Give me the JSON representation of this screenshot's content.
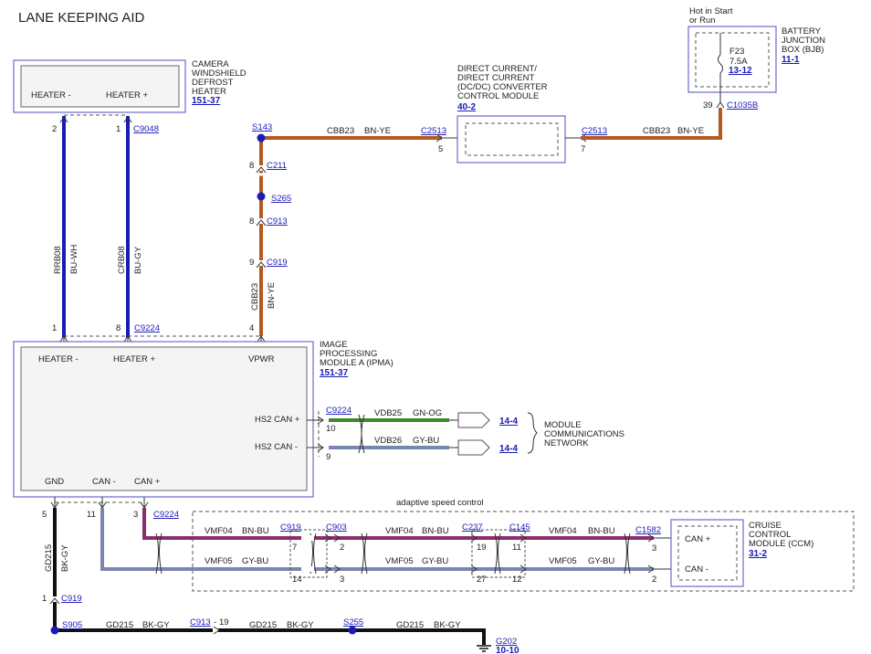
{
  "title": "LANE KEEPING AID",
  "camera": {
    "name_lines": [
      "CAMERA",
      "WINDSHIELD",
      "DEFROST",
      "HEATER"
    ],
    "ref": "151-37",
    "pins": [
      {
        "label": "HEATER -",
        "num": "2"
      },
      {
        "label": "HEATER +",
        "num": "1"
      }
    ],
    "connector": "C9048"
  },
  "ipma": {
    "name_lines": [
      "IMAGE",
      "PROCESSING",
      "MODULE A (IPMA)"
    ],
    "ref": "151-37",
    "top_pins": [
      {
        "label": "HEATER -",
        "num": "1"
      },
      {
        "label": "HEATER +",
        "num": "8"
      },
      {
        "label": "VPWR",
        "num": "4"
      }
    ],
    "top_connector": "C9224",
    "right_pins": [
      {
        "label": "HS2 CAN +",
        "num": "10"
      },
      {
        "label": "HS2 CAN -",
        "num": "9"
      }
    ],
    "right_connector": "C9224",
    "bottom_pins": [
      {
        "label": "GND",
        "num": "5"
      },
      {
        "label": "CAN -",
        "num": "11"
      },
      {
        "label": "CAN +",
        "num": "3"
      }
    ],
    "bottom_connector": "C9224"
  },
  "heater_wires": [
    {
      "circuit": "RRB08",
      "color": "BU-WH"
    },
    {
      "circuit": "CRB08",
      "color": "BU-GY"
    }
  ],
  "vpwr_path": {
    "splice_top": "S143",
    "splice_mid": "S265",
    "connectors": [
      {
        "num": "8",
        "name": "C211"
      },
      {
        "num": "8",
        "name": "C913"
      },
      {
        "num": "9",
        "name": "C919"
      }
    ],
    "circuit": "CBB23",
    "color": "BN-YE"
  },
  "dcdc": {
    "name_lines": [
      "DIRECT CURRENT/",
      "DIRECT CURRENT",
      "(DC/DC) CONVERTER",
      "CONTROL MODULE"
    ],
    "ref": "40-2",
    "left_conn": "C2513",
    "left_pin": "5",
    "right_conn": "C2513",
    "right_pin": "7"
  },
  "cbb_wire": {
    "circuit": "CBB23",
    "color": "BN-YE"
  },
  "bjb": {
    "hot_label_lines": [
      "Hot in Start",
      "or Run"
    ],
    "name_lines": [
      "BATTERY",
      "JUNCTION",
      "BOX (BJB)"
    ],
    "ref": "11-1",
    "fuse": "F23",
    "fuse_rating": "7.5A",
    "fuse_ref": "13-12",
    "pin": "39",
    "connector": "C1035B"
  },
  "network": {
    "wires": [
      {
        "circuit": "VDB25",
        "color": "GN-OG",
        "ref": "14-4"
      },
      {
        "circuit": "VDB26",
        "color": "GY-BU",
        "ref": "14-4"
      }
    ],
    "label_lines": [
      "MODULE",
      "COMMUNICATIONS",
      "NETWORK"
    ]
  },
  "asc": {
    "label": "adaptive speed control",
    "can_plus_wire": {
      "circuit": "VMF04",
      "color": "BN-BU"
    },
    "can_minus_wire": {
      "circuit": "VMF05",
      "color": "GY-BU"
    },
    "connectors": [
      {
        "name": "C919",
        "top_pin": "7",
        "bot_pin": "14"
      },
      {
        "name": "C903",
        "top_pin": "2",
        "bot_pin": "3"
      },
      {
        "name": "C237",
        "top_pin": "19",
        "bot_pin": "27"
      },
      {
        "name": "C145",
        "top_pin": "11",
        "bot_pin": "12"
      }
    ],
    "ccm": {
      "name_lines": [
        "CRUISE",
        "CONTROL",
        "MODULE (CCM)"
      ],
      "ref": "31-2",
      "connector": "C1582",
      "pins": [
        {
          "label": "CAN +",
          "num": "3"
        },
        {
          "label": "CAN -",
          "num": "2"
        }
      ]
    }
  },
  "ground": {
    "circuit": "GD215",
    "color": "BK-GY",
    "conn_pin": "1",
    "conn": "C919",
    "splice1": "S905",
    "conn2": "C913",
    "conn2_pin": "19",
    "splice2": "S255",
    "gnd": "G202",
    "gnd_ref": "10-10"
  },
  "colors": {
    "blue": "#1a1ab8",
    "brown": "#b35a1f",
    "green": "#3c8a2c",
    "gray_blue": "#7a86b0",
    "purple": "#8a2d6b",
    "black": "#111111",
    "module_border": "#6a6acc"
  }
}
